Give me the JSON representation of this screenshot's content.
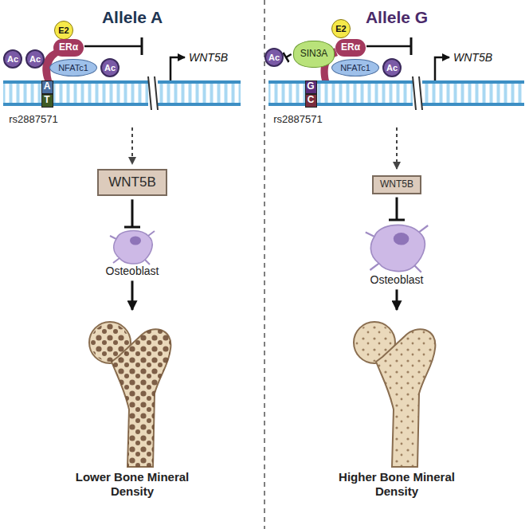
{
  "diagram": {
    "nodes": [
      {
        "text": [
          "Ac"
        ]
      },
      {
        "text": [
          "Ac"
        ]
      },
      {
        "text": [
          "E2"
        ]
      },
      {
        "text": [
          "ERα"
        ]
      },
      {
        "text": [
          "NFATc1"
        ]
      },
      {
        "text": [
          "Ac"
        ]
      },
      {
        "text": [
          "A"
        ]
      },
      {
        "text": [
          "T"
        ]
      },
      {
        "text": [
          "WNT5B"
        ]
      },
      {
        "text": [
          "Osteoblast"
        ]
      },
      {
        "text": [
          "Lower Bone Mineral Density"
        ]
      },
      {
        "text": [
          "Ac"
        ]
      },
      {
        "text": [
          "SIN3A"
        ]
      },
      {
        "text": [
          "E2"
        ]
      },
      {
        "text": [
          "ERα"
        ]
      },
      {
        "text": [
          "NFATc1"
        ]
      },
      {
        "text": [
          "Ac"
        ]
      },
      {
        "text": [
          "G"
        ]
      },
      {
        "text": [
          "C"
        ]
      },
      {
        "text": [
          "WNT5B"
        ]
      },
      {
        "text": [
          "Osteoblast"
        ]
      },
      {
        "text": [
          "Higher Bone Mineral Density"
        ]
      }
    ],
    "edges": [
      {
        "from": 8,
        "to": 9,
        "arrow": "to"
      },
      {
        "from": 9,
        "to": 10,
        "arrow": "to"
      },
      {
        "from": 12,
        "to": 11,
        "arrow": "to"
      },
      {
        "from": 19,
        "to": 20,
        "arrow": "to"
      },
      {
        "from": 20,
        "to": 21,
        "arrow": "to"
      }
    ],
    "labels": [
      "Allele A",
      "Allele G",
      "rs2887571",
      "rs2887571",
      "WNT5B",
      "WNT5B"
    ]
  }
}
